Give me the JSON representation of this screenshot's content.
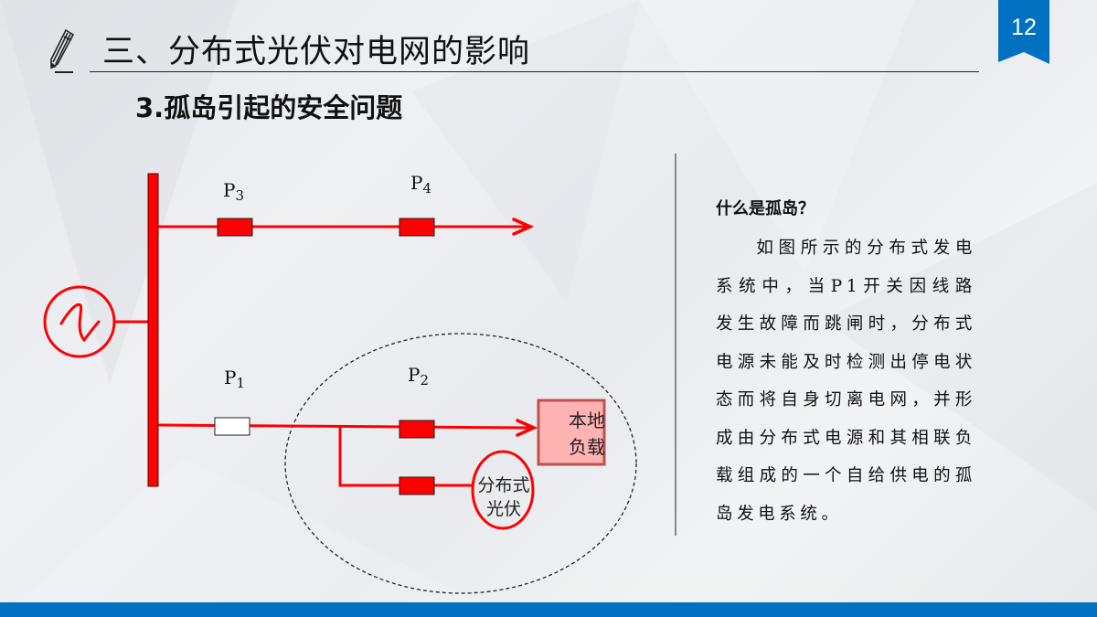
{
  "header": {
    "title": "三、分布式光伏对电网的影响",
    "page_number": "12"
  },
  "subtitle": "3.孤岛引起的安全问题",
  "diagram": {
    "switch_labels": {
      "p3": {
        "letter": "P",
        "sub": "3"
      },
      "p4": {
        "letter": "P",
        "sub": "4"
      },
      "p1": {
        "letter": "P",
        "sub": "1"
      },
      "p2": {
        "letter": "P",
        "sub": "2"
      }
    },
    "local_load": {
      "line1": "本地",
      "line2": "负载"
    },
    "pv": {
      "line1": "分布式",
      "line2": "光伏"
    },
    "colors": {
      "line": "#ff0000",
      "switch_closed": "#ff0000",
      "switch_open": "#ffffff",
      "load_fill": "#ffb3b3",
      "load_border": "#c0504d",
      "island_border": "#222222"
    }
  },
  "sidebar": {
    "question": "什么是孤岛？",
    "paragraph": "如图所示的分布式发电系统中，当P1开关因线路发生故障而跳闸时，分布式电源未能及时检测出停电状态而将自身切离电网，并形成由分布式电源和其相联负载组成的一个自给供电的孤岛发电系统。"
  },
  "theme": {
    "accent": "#0070c0"
  }
}
